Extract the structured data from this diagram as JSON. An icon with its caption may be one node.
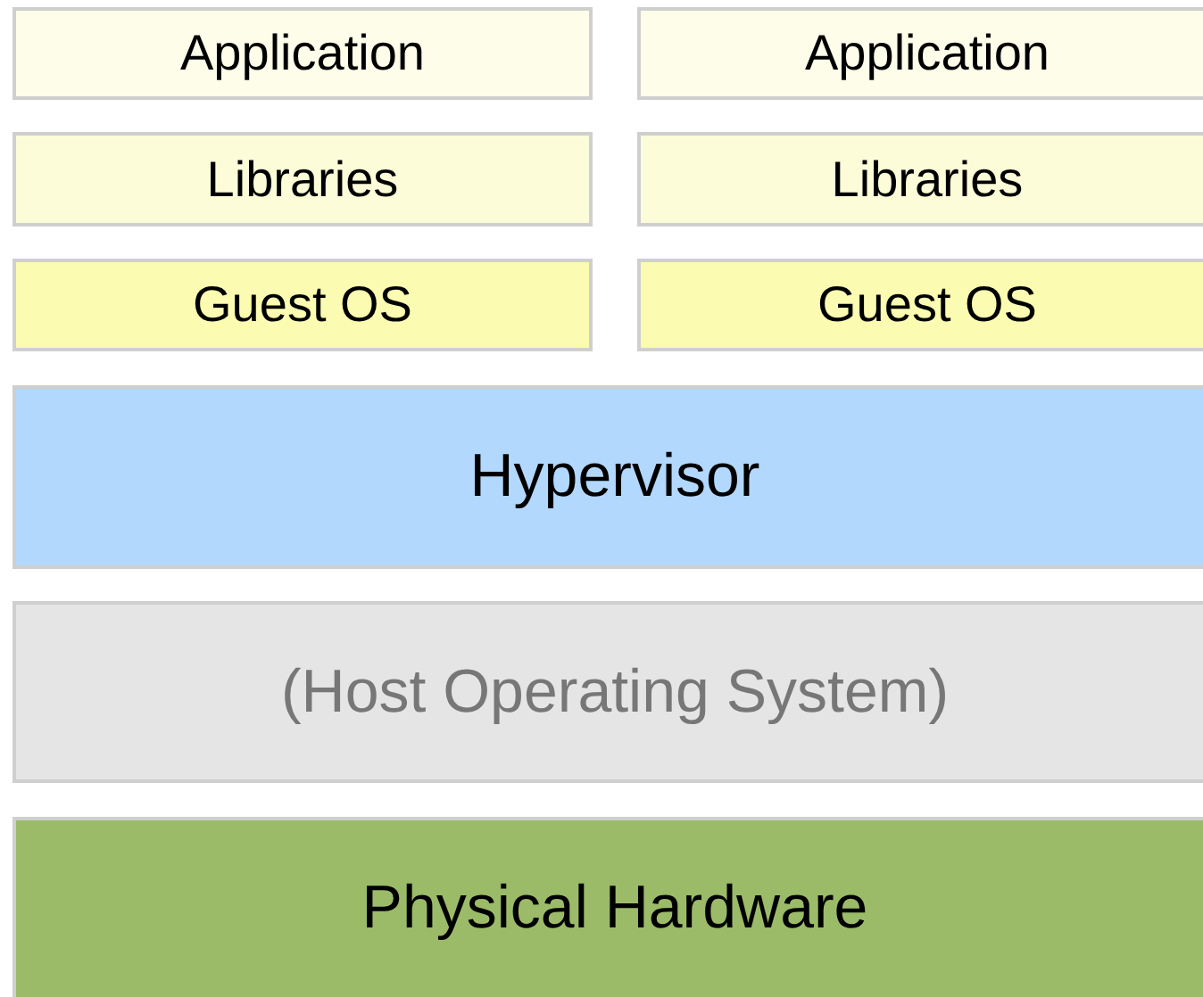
{
  "diagram": {
    "nodes": [
      {
        "text": [
          "Application"
        ]
      },
      {
        "text": [
          "Application"
        ]
      },
      {
        "text": [
          "Libraries"
        ]
      },
      {
        "text": [
          "Libraries"
        ]
      },
      {
        "text": [
          "Guest OS"
        ]
      },
      {
        "text": [
          "Guest OS"
        ]
      },
      {
        "text": [
          "Hypervisor"
        ]
      },
      {
        "text": [
          "(Host Operating System)"
        ]
      },
      {
        "text": [
          "Physical Hardware"
        ]
      }
    ]
  }
}
